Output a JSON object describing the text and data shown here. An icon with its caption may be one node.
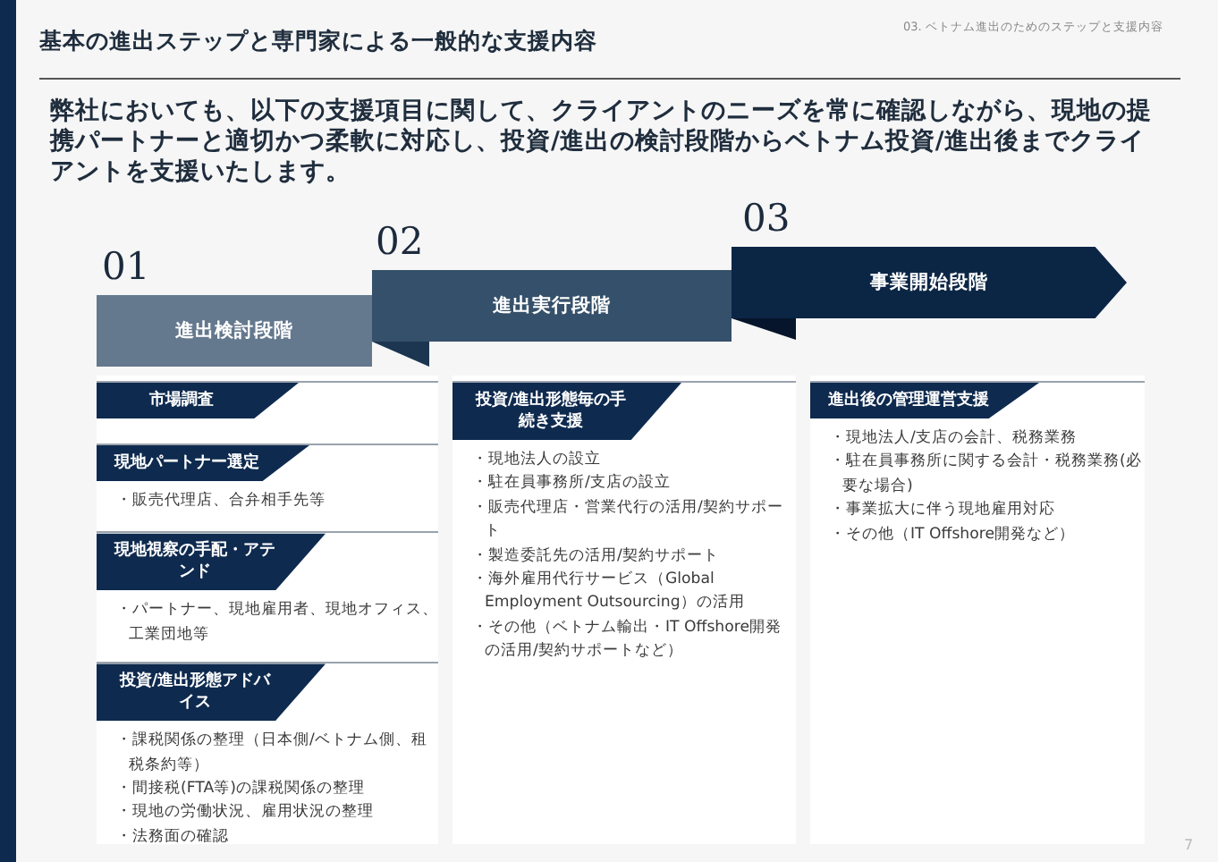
{
  "diagram": {
    "title": "基本の進出ステップと専門家による一般的な支援内容",
    "nodes": [
      {
        "text": [
          "進出検討段階"
        ],
        "beside": [
          "01"
        ]
      },
      {
        "text": [
          "進出実行段階"
        ],
        "beside": [
          "02"
        ]
      },
      {
        "text": [
          "事業開始段階"
        ],
        "beside": [
          "03"
        ]
      },
      {
        "text": [],
        "shape": "box"
      },
      {
        "text": [
          "市場調査"
        ],
        "in": 3
      },
      {
        "text": [
          "現地パートナー選定",
          "・販売代理店、合弁相手先等"
        ],
        "in": 3
      },
      {
        "text": [
          "現地視察の手配・アテンド",
          "・パートナー、現地雇用者、現地オフィス、工業団地等"
        ],
        "in": 3
      },
      {
        "text": [
          "投資/進出形態アドバイス",
          "・課税関係の整理（日本側/ベトナム側、租税条約等）",
          "・間接税(FTA等)の課税関係の整理",
          "・現地の労働状況、雇用状況の整理",
          "・法務面の確認"
        ],
        "in": 3
      },
      {
        "text": [],
        "shape": "box"
      },
      {
        "text": [
          "投資/進出形態毎の手続き支援",
          "・現地法人の設立",
          "・駐在員事務所/支店の設立",
          "・販売代理店・営業代行の活用/契約サポート",
          "・製造委託先の活用/契約サポート",
          "・海外雇用代行サービス（Global Employment Outsourcing）の活用",
          "・その他（ベトナム輸出・IT Offshore開発の活用/契約サポートなど）"
        ],
        "in": 8
      },
      {
        "text": [],
        "shape": "box"
      },
      {
        "text": [
          "進出後の管理運営支援",
          "・現地法人/支店の会計、税務業務",
          "・駐在員事務所に関する会計・税務業務(必要な場合)",
          "・事業拡大に伴う現地雇用対応",
          "・その他（IT Offshore開発など）"
        ],
        "in": 10
      }
    ],
    "labels": [
      "03. ベトナム進出のためのステップと支援内容",
      "弊社においても、以下の支援項目に関して、クライアントのニーズを常に確認しながら、現地の提携パートナーと適切かつ柔軟に対応し、投資/進出の検討段階からベトナム投資/進出後までクライアントを支援いたします。",
      "7"
    ]
  }
}
